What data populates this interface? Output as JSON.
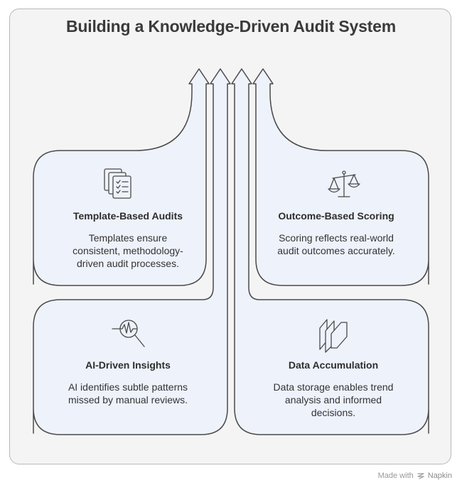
{
  "title": "Building a Knowledge-Driven Audit System",
  "cards": [
    {
      "icon": "templates-icon",
      "title": "Template-Based Audits",
      "description": "Templates ensure consistent, methodology-driven audit processes."
    },
    {
      "icon": "scale-icon",
      "title": "Outcome-Based Scoring",
      "description": "Scoring reflects real-world audit outcomes accurately."
    },
    {
      "icon": "magnifier-waveform-icon",
      "title": "AI-Driven Insights",
      "description": "AI identifies subtle patterns missed by manual reviews."
    },
    {
      "icon": "layers-icon",
      "title": "Data Accumulation",
      "description": "Data storage enables trend analysis and informed decisions."
    }
  ],
  "footer": {
    "prefix": "Made with",
    "brand": "Napkin"
  },
  "colors": {
    "card_fill": "#eef2fb",
    "outline": "#4a4a4a",
    "frame_fill": "#f4f4f4",
    "frame_border": "#b8b8b8"
  }
}
